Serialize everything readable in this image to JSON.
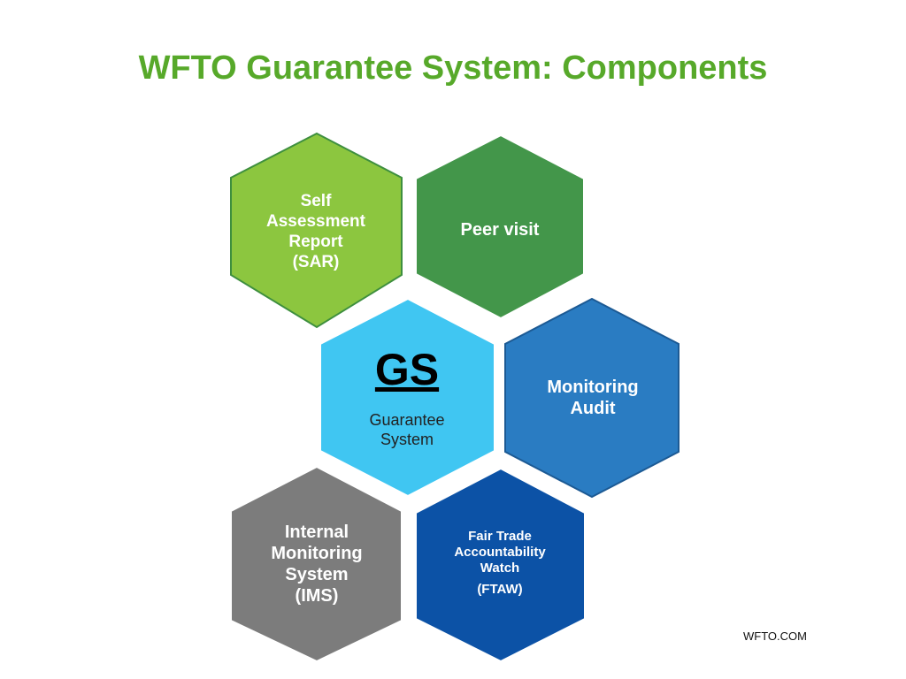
{
  "title": "WFTO Guarantee System: Components",
  "center": {
    "abbr": "GS",
    "name": "Guarantee\nSystem",
    "color": "#40c6f2"
  },
  "components": {
    "sar": {
      "label": "Self\nAssessment\nReport\n(SAR)",
      "color": "#8cc63f"
    },
    "peer": {
      "label": "Peer visit",
      "color": "#43964a"
    },
    "audit": {
      "label": "Monitoring\nAudit",
      "color": "#2a7cc2"
    },
    "ims": {
      "label": "Internal\nMonitoring\nSystem\n(IMS)",
      "color": "#7c7c7c"
    },
    "ftaw": {
      "label": "Fair Trade\nAccountability\nWatch",
      "abbr": "(FTAW)",
      "color": "#0c52a6"
    }
  },
  "footer": "WFTO.COM"
}
